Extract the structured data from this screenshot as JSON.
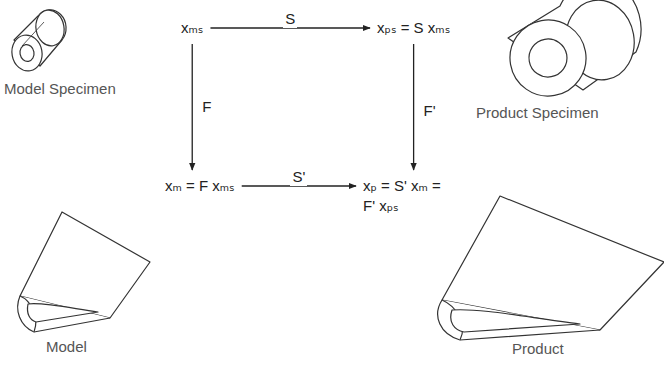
{
  "diagram": {
    "nodes": [
      {
        "text": [
          "xₘₛ"
        ]
      },
      {
        "text": [
          "xₚₛ = S xₘₛ"
        ]
      },
      {
        "text": [
          "xₘ = F xₘₛ"
        ]
      },
      {
        "text": [
          "xₚ = S' xₘ = F' xₚₛ"
        ]
      }
    ],
    "edges": [
      {
        "from": 0,
        "to": 1,
        "label": "S",
        "arrow": "to"
      },
      {
        "from": 0,
        "to": 2,
        "label": "F",
        "arrow": "to"
      },
      {
        "from": 1,
        "to": 3,
        "label": "F'",
        "arrow": "to"
      },
      {
        "from": 2,
        "to": 3,
        "label": "S'",
        "arrow": "to"
      }
    ],
    "labels": [
      "Model Specimen",
      "Product Specimen",
      "Model",
      "Product"
    ]
  }
}
